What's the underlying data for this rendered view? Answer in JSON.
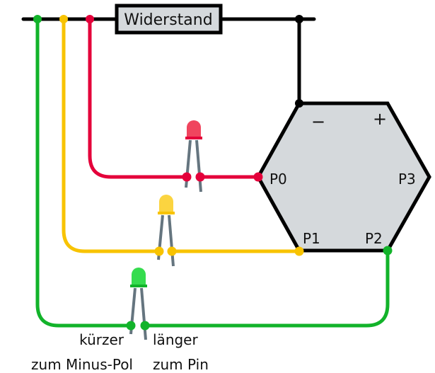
{
  "resistor": {
    "label": "Widerstand"
  },
  "board": {
    "minus_label": "−",
    "plus_label": "+",
    "pins": {
      "p0": "P0",
      "p1": "P1",
      "p2": "P2",
      "p3": "P3"
    },
    "fill": "#d5d9dc"
  },
  "colors": {
    "black": "#000000",
    "red": "#e4003a",
    "yellow": "#f8c300",
    "green": "#12b32a",
    "leg": "#65757f"
  },
  "leds": [
    {
      "name": "red-led",
      "color_body": "#f0455e"
    },
    {
      "name": "yellow-led",
      "color_body": "#fbd440"
    },
    {
      "name": "green-led",
      "color_body": "#35dc4e"
    }
  ],
  "annotations": {
    "short_leg": "kürzer",
    "short_leg_target": "zum Minus-Pol",
    "long_leg": "länger",
    "long_leg_target": "zum Pin"
  }
}
